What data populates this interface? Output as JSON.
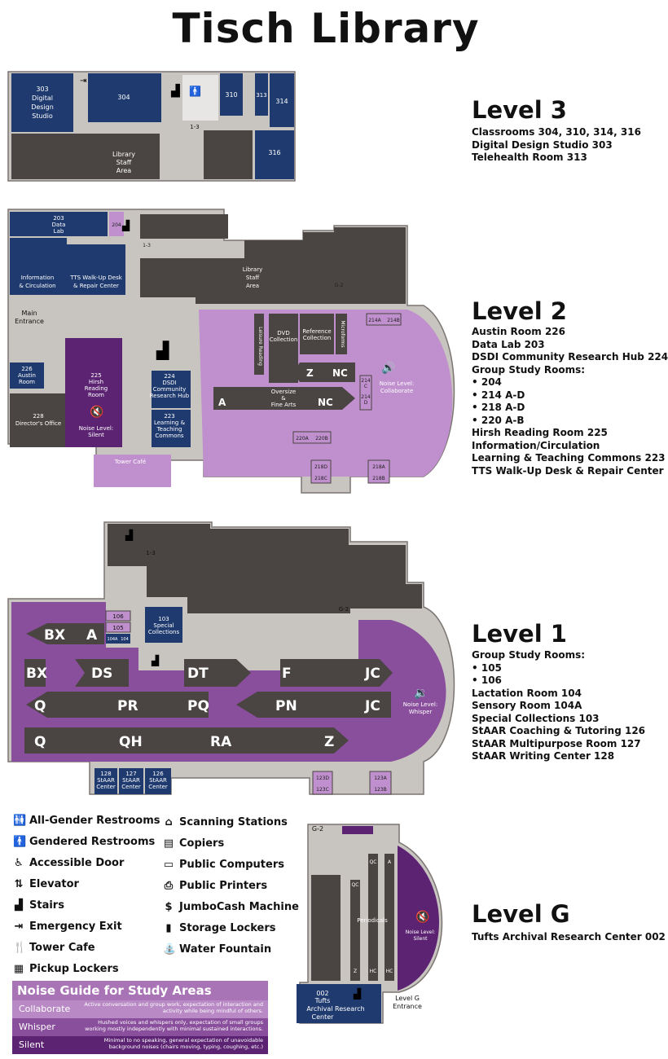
{
  "title": "Tisch Library",
  "colors": {
    "navy": "#1f3a6e",
    "dark": "#4a4442",
    "corridor": "#c8c4c0",
    "collab": "#c08fce",
    "whisper": "#8a4f9c",
    "silent": "#5c2373",
    "lilac": "#c8a0d8"
  },
  "levels": [
    {
      "name": "Level 3",
      "lines": [
        "Classrooms 304, 310, 314, 316",
        "Digital Design Studio 303",
        "Telehealth Room 313"
      ]
    },
    {
      "name": "Level 2",
      "lines": [
        "Austin Room 226",
        "Data Lab 203",
        "DSDI Community Research Hub 224",
        "Group Study Rooms:",
        "•  204",
        "•  214 A-D",
        "•  218 A-D",
        "•  220 A-B",
        "Hirsh Reading Room 225",
        "Information/Circulation",
        "Learning & Teaching Commons 223",
        "TTS Walk-Up Desk & Repair Center"
      ]
    },
    {
      "name": "Level 1",
      "lines": [
        "Group Study Rooms:",
        "•  105",
        "•  106",
        "Lactation Room 104",
        "Sensory Room 104A",
        "Special Collections 103",
        "StAAR Coaching & Tutoring 126",
        "StAAR Multipurpose Room 127",
        "StAAR Writing Center 128"
      ]
    },
    {
      "name": "Level G",
      "lines": [
        "Tufts Archival Research Center 002"
      ]
    }
  ],
  "legend": {
    "left": [
      {
        "icon": "toilet-icon",
        "glyph": "🚻",
        "label": "All-Gender Restrooms"
      },
      {
        "icon": "gendered-restroom-icon",
        "glyph": "🚹",
        "label": "Gendered Restrooms"
      },
      {
        "icon": "accessible-icon",
        "glyph": "♿",
        "label": "Accessible Door"
      },
      {
        "icon": "elevator-icon",
        "glyph": "⇅",
        "label": "Elevator"
      },
      {
        "icon": "stairs-icon",
        "glyph": "▟",
        "label": "Stairs"
      },
      {
        "icon": "emergency-exit-icon",
        "glyph": "⇥",
        "label": "Emergency Exit"
      },
      {
        "icon": "fork-knife-icon",
        "glyph": "🍴",
        "label": "Tower Cafe"
      },
      {
        "icon": "locker-grid-icon",
        "glyph": "▦",
        "label": "Pickup Lockers"
      }
    ],
    "right": [
      {
        "icon": "scanner-icon",
        "glyph": "⌂",
        "label": "Scanning Stations"
      },
      {
        "icon": "copier-icon",
        "glyph": "▤",
        "label": "Copiers"
      },
      {
        "icon": "computer-icon",
        "glyph": "▭",
        "label": "Public Computers"
      },
      {
        "icon": "printer-icon",
        "glyph": "⎙",
        "label": "Public Printers"
      },
      {
        "icon": "cash-machine-icon",
        "glyph": "$",
        "label": "JumboCash Machine"
      },
      {
        "icon": "storage-locker-icon",
        "glyph": "▮",
        "label": "Storage Lockers"
      },
      {
        "icon": "water-fountain-icon",
        "glyph": "⛲",
        "label": "Water Fountain"
      }
    ]
  },
  "noise_guide": {
    "title": "Noise Guide for Study Areas",
    "rows": [
      {
        "name": "Collaborate",
        "desc": "Active conversation and group work, expectation of interaction and activity while being mindful of others.",
        "color": "#b889c4"
      },
      {
        "name": "Whisper",
        "desc": "Hushed voices and whispers only, expectation of small groups working mostly independently with minimal sustained interactions.",
        "color": "#8a4f9c"
      },
      {
        "name": "Silent",
        "desc": "Minimal to no speaking, general expectation of unavoidable background noises (chairs moving, typing, coughing, etc.)",
        "color": "#5c2373"
      }
    ]
  },
  "map3": {
    "r303": "303",
    "r303b": "Digital",
    "r303c": "Design",
    "r303d": "Studio",
    "r304": "304",
    "r310": "310",
    "r313": "313",
    "r314": "314",
    "r316": "316",
    "elev": "1-3",
    "staff1": "Library",
    "staff2": "Staff",
    "staff3": "Area"
  },
  "map2": {
    "r203": "203",
    "r203b": "Data",
    "r203c": "Lab",
    "r204": "204",
    "info1": "Information",
    "info2": "& Circulation",
    "tts1": "TTS Walk-Up Desk",
    "tts2": "& Repair Center",
    "main1": "Main",
    "main2": "Entrance",
    "staff1": "Library",
    "staff2": "Staff",
    "staff3": "Area",
    "elev": "1-3",
    "g2": "G-2",
    "r226": "226",
    "r226b": "Austin",
    "r226c": "Room",
    "r228": "228",
    "r228b": "Director's Office",
    "r225": "225",
    "r225b": "Hirsh",
    "r225c": "Reading",
    "r225d": "Room",
    "silent1": "Noise Level:",
    "silent2": "Silent",
    "r224": "224",
    "r224b": "DSDI",
    "r224c": "Community",
    "r224d": "Research Hub",
    "r223": "223",
    "r223b": "Learning &",
    "r223c": "Teaching",
    "r223d": "Commons",
    "cafe": "Tower Café",
    "leisure": "Leisure Reading",
    "dvd1": "DVD",
    "dvd2": "Collection",
    "ref1": "Reference",
    "ref2": "Collection",
    "micro": "Microforms",
    "z": "Z",
    "nc": "NC",
    "a": "A",
    "nc2": "NC",
    "over1": "Oversize",
    "over2": "&",
    "over3": "Fine Arts",
    "r214a": "214A",
    "r214b": "214B",
    "r214c": "214",
    "r214c2": "C",
    "r214d": "214",
    "r214d2": "D",
    "collab1": "Noise Level:",
    "collab2": "Collaborate",
    "r220a": "220A",
    "r220b": "220B",
    "r218d": "218D",
    "r218c": "218C",
    "r218a": "218A",
    "r218b": "218B"
  },
  "map1": {
    "elev": "1-3",
    "g2": "G-2",
    "r106": "106",
    "r105": "105",
    "r104a": "104A",
    "r104": "104",
    "r103": "103",
    "r103b": "Special",
    "r103c": "Collections",
    "bx": "BX",
    "a": "A",
    "bx2": "BX",
    "ds": "DS",
    "dt": "DT",
    "f": "F",
    "jc": "JC",
    "q": "Q",
    "pr": "PR",
    "pq": "PQ",
    "pn": "PN",
    "jc2": "JC",
    "q2": "Q",
    "qh": "QH",
    "ra": "RA",
    "z": "Z",
    "wh1": "Noise Level:",
    "wh2": "Whisper",
    "r128": "128",
    "r128b": "StAAR",
    "r128c": "Center",
    "r127": "127",
    "r127b": "StAAR",
    "r127c": "Center",
    "r126": "126",
    "r126b": "StAAR",
    "r126c": "Center",
    "r123d": "123D",
    "r123c": "123C",
    "r123a": "123A",
    "r123b": "123B"
  },
  "mapg": {
    "g2": "G-2",
    "qc": "QC",
    "a": "A",
    "qc2": "QC",
    "period": "Periodicals",
    "z": "Z",
    "hc": "HC",
    "hc2": "HC",
    "sil1": "Noise Level:",
    "sil2": "Silent",
    "r002": "002",
    "r002b": "Tufts",
    "r002c": "Archival Research",
    "r002d": "Center",
    "ent1": "Level G",
    "ent2": "Entrance"
  }
}
